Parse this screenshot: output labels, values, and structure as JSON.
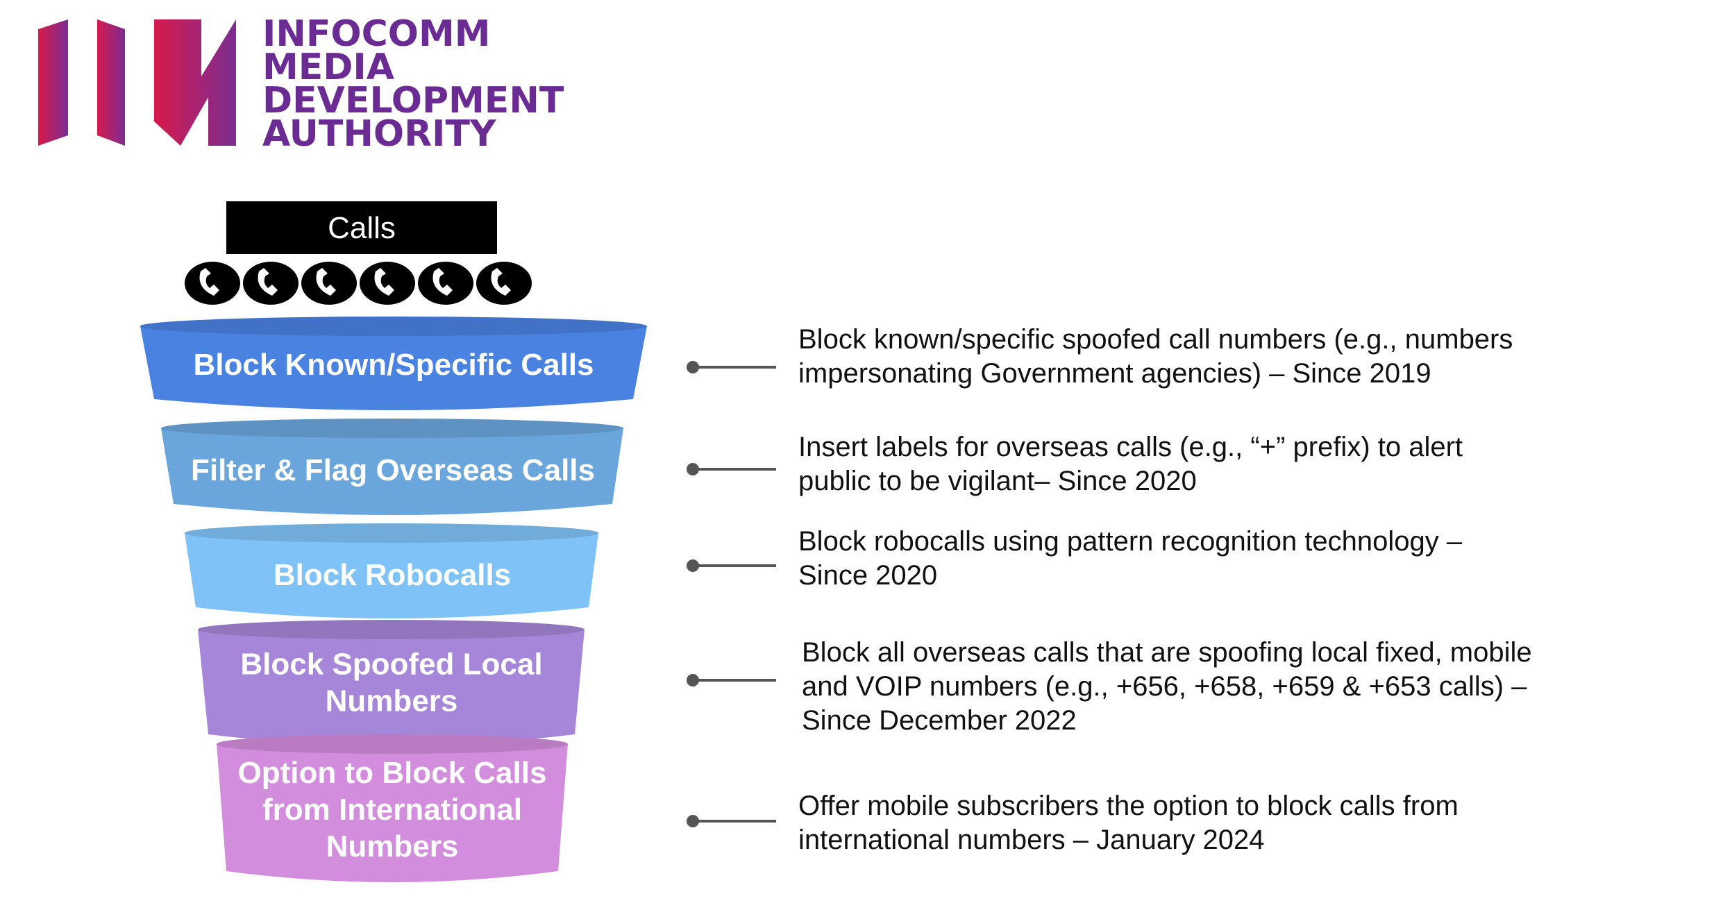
{
  "logo": {
    "lines": [
      "INFOCOMM",
      "MEDIA",
      "DEVELOPMENT",
      "AUTHORITY"
    ],
    "brand_colors": [
      "#d61a4c",
      "#7b2d93"
    ],
    "icon": "imda-logo-icon"
  },
  "calls_header": {
    "label": "Calls",
    "phone_icon": "phone-handset-icon",
    "phone_count": 6
  },
  "funnel_layers": [
    {
      "label_lines": [
        "Block Known/Specific Calls"
      ],
      "color": "#4a82e2",
      "description_lines": [
        "Block known/specific spoofed call numbers (e.g., numbers",
        "impersonating Government agencies) – Since 2019"
      ]
    },
    {
      "label_lines": [
        "Filter & Flag Overseas Calls"
      ],
      "color": "#6aa6dc",
      "description_lines": [
        "Insert labels for overseas calls (e.g., “+” prefix) to alert",
        "public to be vigilant– Since 2020"
      ]
    },
    {
      "label_lines": [
        "Block Robocalls"
      ],
      "color": "#7fc2f7",
      "description_lines": [
        "Block robocalls using pattern recognition technology –",
        "Since 2020"
      ]
    },
    {
      "label_lines": [
        "Block Spoofed Local",
        "Numbers"
      ],
      "color": "#a586d8",
      "description_lines": [
        "Block all overseas calls that are spoofing local fixed, mobile",
        "and VOIP numbers (e.g., +656, +658, +659 & +653 calls) –",
        "Since December 2022"
      ]
    },
    {
      "label_lines": [
        "Option to Block Calls",
        "from International",
        "Numbers"
      ],
      "color": "#d28ddc",
      "description_lines": [
        "Offer mobile subscribers the option to block calls from",
        "international numbers – January 2024"
      ]
    }
  ]
}
